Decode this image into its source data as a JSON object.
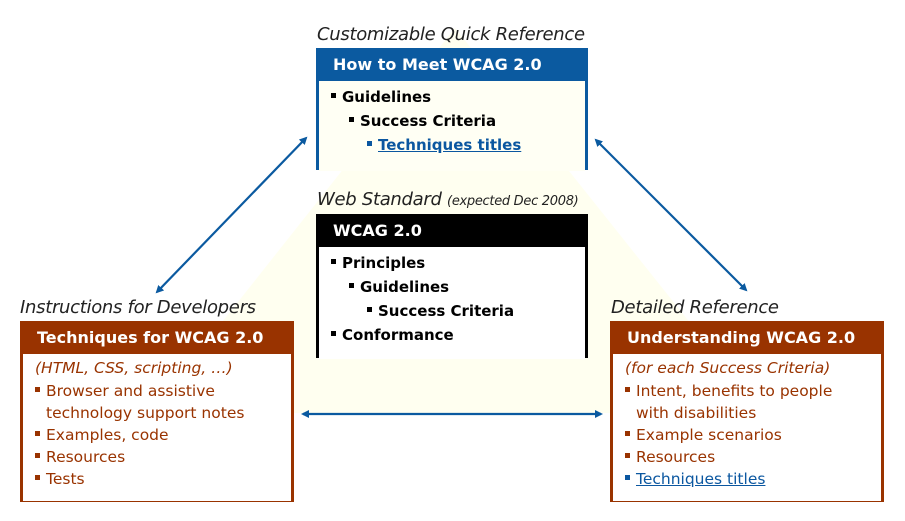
{
  "colors": {
    "background_triangle": "#fffff0",
    "arrow": "#0b5aa0",
    "blue_box": "#0b5aa0",
    "black_box": "#000000",
    "brown_box": "#993300",
    "link": "#0b57a0"
  },
  "top": {
    "caption": "Customizable Quick Reference",
    "title": "How to Meet WCAG 2.0",
    "items": [
      {
        "level": 1,
        "text": "Guidelines"
      },
      {
        "level": 2,
        "text": "Success Criteria"
      },
      {
        "level": 3,
        "text": "Techniques titles",
        "link": true
      }
    ]
  },
  "middle": {
    "caption": "Web Standard",
    "caption_note": "(expected Dec 2008)",
    "title": "WCAG 2.0",
    "items": [
      {
        "level": 1,
        "text": "Principles"
      },
      {
        "level": 2,
        "text": "Guidelines"
      },
      {
        "level": 3,
        "text": "Success Criteria"
      },
      {
        "level": 1,
        "text": "Conformance"
      }
    ]
  },
  "left": {
    "caption": "Instructions for Developers",
    "title": "Techniques for WCAG 2.0",
    "subtitle": "(HTML, CSS, scripting, …)",
    "items": [
      {
        "text": "Browser and assistive",
        "cont": "technology support notes"
      },
      {
        "text": "Examples, code"
      },
      {
        "text": "Resources"
      },
      {
        "text": "Tests"
      }
    ]
  },
  "right": {
    "caption": "Detailed Reference",
    "title": "Understanding WCAG 2.0",
    "subtitle": "(for each Success Criteria)",
    "items": [
      {
        "text": "Intent, benefits to people",
        "cont": "with disabilities"
      },
      {
        "text": "Example scenarios"
      },
      {
        "text": "Resources"
      },
      {
        "text": "Techniques titles",
        "link": true
      }
    ]
  },
  "arrows": [
    {
      "from": "top",
      "to": "left",
      "direction": "bidirectional"
    },
    {
      "from": "top",
      "to": "right",
      "direction": "bidirectional"
    },
    {
      "from": "left",
      "to": "right",
      "direction": "bidirectional"
    }
  ]
}
